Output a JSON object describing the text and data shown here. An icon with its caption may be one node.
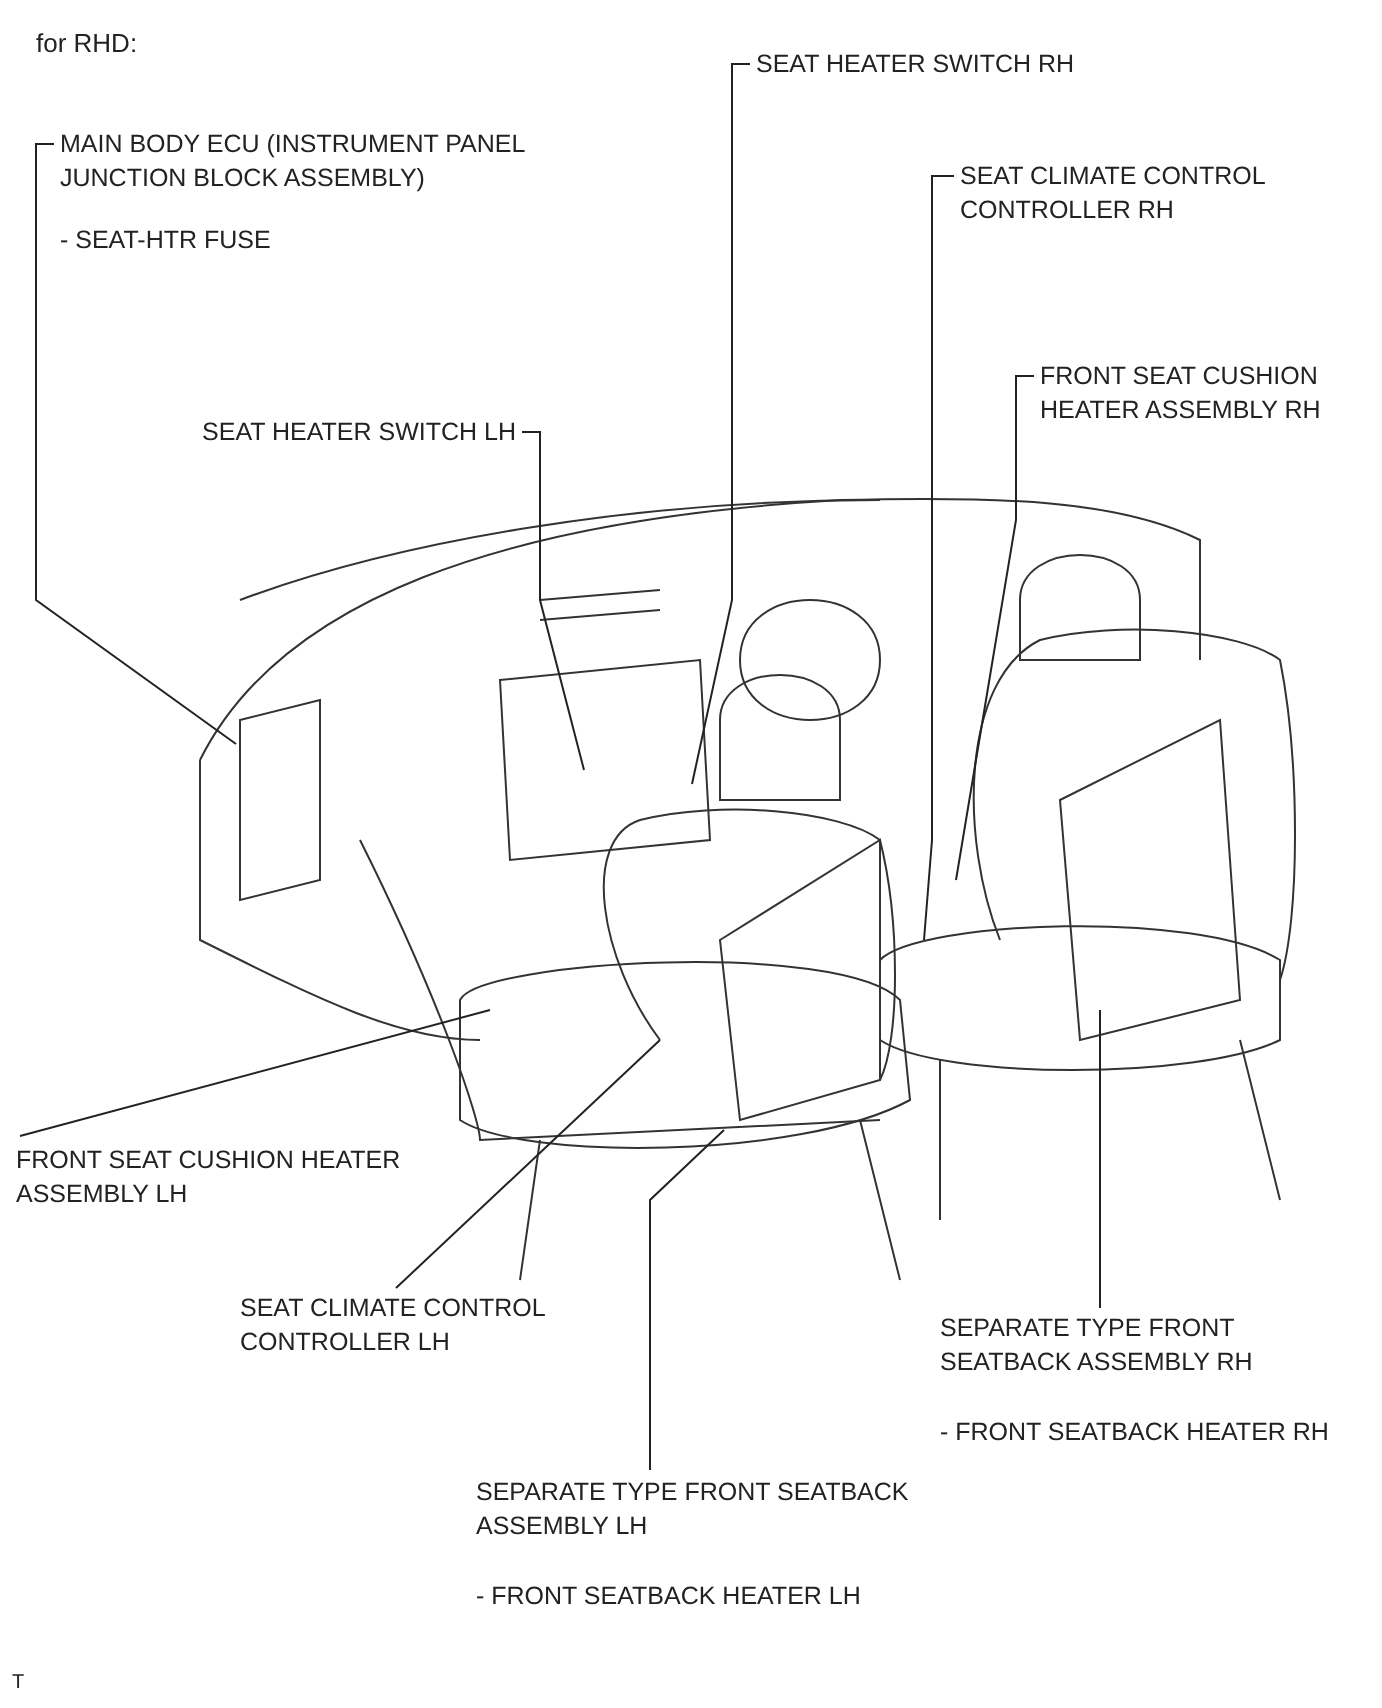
{
  "diagram": {
    "nodes": [
      {
        "text": [
          "MAIN BODY ECU (INSTRUMENT PANEL JUNCTION BLOCK ASSEMBLY)",
          "- SEAT-HTR FUSE"
        ]
      },
      {
        "text": [
          "SEAT HEATER SWITCH RH"
        ]
      },
      {
        "text": [
          "SEAT CLIMATE CONTROL CONTROLLER RH"
        ]
      },
      {
        "text": [
          "FRONT SEAT CUSHION HEATER ASSEMBLY RH"
        ]
      },
      {
        "text": [
          "SEAT HEATER SWITCH LH"
        ]
      },
      {
        "text": [
          "FRONT SEAT CUSHION HEATER ASSEMBLY LH"
        ]
      },
      {
        "text": [
          "SEAT CLIMATE CONTROL CONTROLLER LH"
        ]
      },
      {
        "text": [
          "SEPARATE TYPE FRONT SEATBACK ASSEMBLY RH",
          "- FRONT SEATBACK HEATER RH"
        ]
      },
      {
        "text": [
          "SEPARATE TYPE FRONT SEATBACK ASSEMBLY LH",
          "- FRONT SEATBACK HEATER LH"
        ]
      }
    ],
    "edges": [
      {
        "from": 0,
        "to": null,
        "arrow": "none"
      },
      {
        "from": 1,
        "to": null,
        "arrow": "none"
      },
      {
        "from": 2,
        "to": null,
        "arrow": "none"
      },
      {
        "from": 3,
        "to": null,
        "arrow": "none"
      },
      {
        "from": 4,
        "to": null,
        "arrow": "none"
      },
      {
        "from": 5,
        "to": null,
        "arrow": "none"
      },
      {
        "from": 6,
        "to": null,
        "arrow": "none"
      },
      {
        "from": 7,
        "to": null,
        "arrow": "none"
      },
      {
        "from": 8,
        "to": null,
        "arrow": "none"
      }
    ],
    "labels": [
      "for RHD:",
      "T"
    ]
  }
}
